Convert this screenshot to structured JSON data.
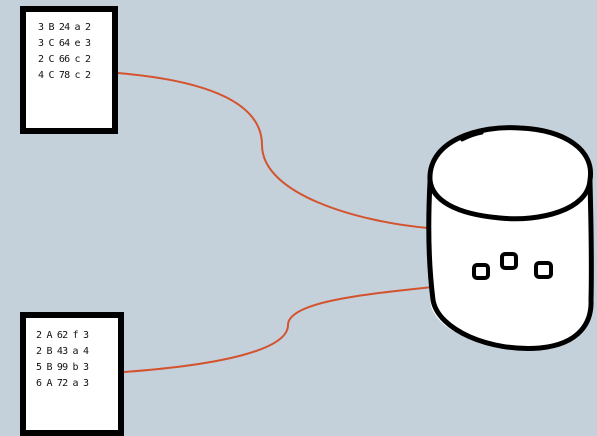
{
  "cards": {
    "top": {
      "lines": [
        "3 B 24 a 2",
        "3 C 64 e 3",
        "2 C 66 c 2",
        "4 C 78 c 2"
      ]
    },
    "bottom": {
      "lines": [
        "2 A 62 f 3",
        "2 B 43 a 4",
        "5 B 99 b 3",
        "6 A 72 a 3"
      ]
    }
  },
  "colors": {
    "background": "#c5d1da",
    "connector": "#d4532f",
    "ink": "#111111"
  },
  "icons": {
    "database": "database-cylinder-icon"
  }
}
